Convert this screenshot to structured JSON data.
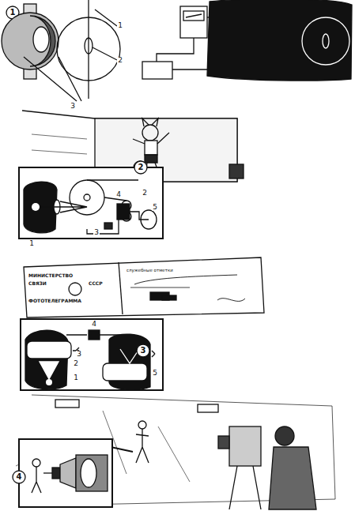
{
  "diagram": {
    "labels": [
      "1",
      "1",
      "2",
      "3",
      "2",
      "2",
      "1",
      "3",
      "4",
      "5",
      "МИНИСТЕРСТВО",
      "СВЯЗИ",
      "СССР",
      "ФОТОТЕЛЕГРАММА",
      "служебные отметки",
      "3",
      "3",
      "4",
      "2",
      "1",
      "5",
      "4"
    ]
  }
}
